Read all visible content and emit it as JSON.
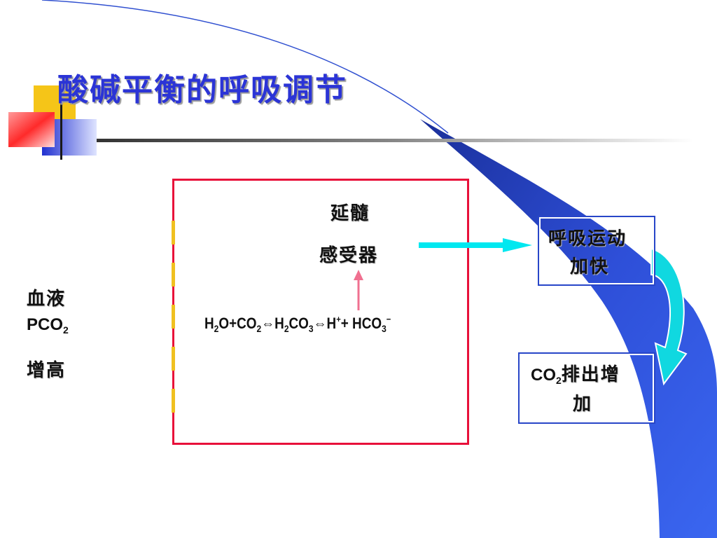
{
  "slide": {
    "title": "酸碱平衡的呼吸调节"
  },
  "left_label": {
    "line1": "血液",
    "pco2_main": "PCO",
    "pco2_sub": "2",
    "line3": "增高"
  },
  "receptor": {
    "line1": "延髓",
    "line2": "感受器"
  },
  "equation": {
    "h2o_h": "H",
    "h2o_sub": "2",
    "h2o_o_plus_co": "O+CO",
    "co2_sub": "2",
    "arrow1": "⇔",
    "h2co3_h": "H",
    "h2co3_sub1": "2",
    "h2co3_co": "CO",
    "h2co3_sub2": "3",
    "arrow2": "⇔",
    "h_plus_h": "H",
    "h_plus_sup": "+",
    "plus_hco": "+ HCO",
    "hco3_sub": "3",
    "hco3_sup": "−"
  },
  "right_boxes": {
    "box1_line1": "呼吸运动",
    "box1_line2": "加快",
    "box2_co": "CO",
    "box2_sub": "2",
    "box2_rest": "排出增",
    "box2_line2": "加"
  },
  "colors": {
    "title": "#2b34d6",
    "frame": "#e8103a",
    "cyan_arrow": "#00e8f0",
    "pink_arrow": "#f07090",
    "swoosh_blue": "#2846c8",
    "deco_yellow": "#f5c518",
    "deco_red": "#ff3030"
  }
}
